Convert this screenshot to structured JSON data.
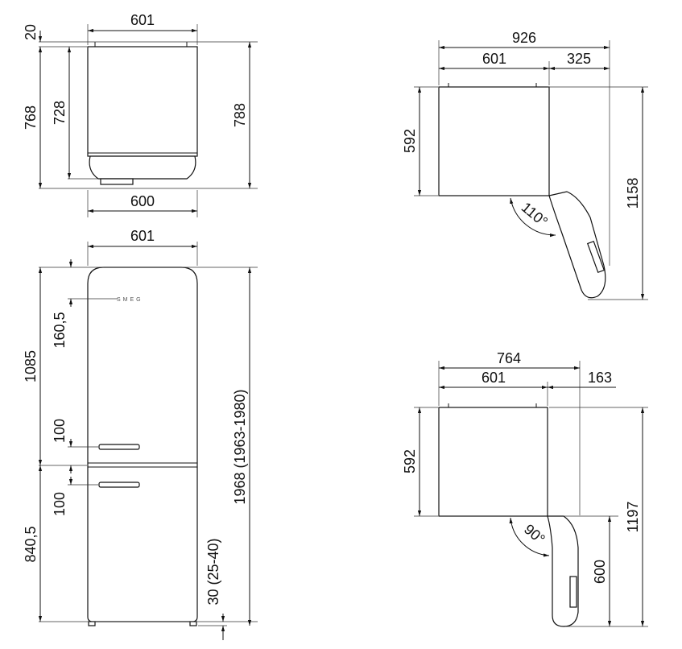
{
  "top_view": {
    "width_top": "601",
    "depth_offset": "20",
    "total_depth": "788",
    "depth_body": "768",
    "depth_inner": "728",
    "width_bottom": "600"
  },
  "front_view": {
    "width": "601",
    "upper_section": "1085",
    "logo_offset": "160,5",
    "handle_upper": "100",
    "handle_lower": "100",
    "lower_section": "840,5",
    "feet": "30 (25-40)",
    "total_height": "1968 (1963-1980)",
    "logo_text": "SMEG"
  },
  "door_110": {
    "total_width": "926",
    "body_width": "601",
    "door_extra": "325",
    "body_depth": "592",
    "total_depth": "1158",
    "angle": "110°"
  },
  "door_90": {
    "total_width": "764",
    "body_width": "601",
    "door_extra": "163",
    "body_depth": "592",
    "door_depth": "600",
    "total_depth": "1197",
    "angle": "90°"
  },
  "colors": {
    "line": "#111111",
    "background": "#ffffff"
  }
}
